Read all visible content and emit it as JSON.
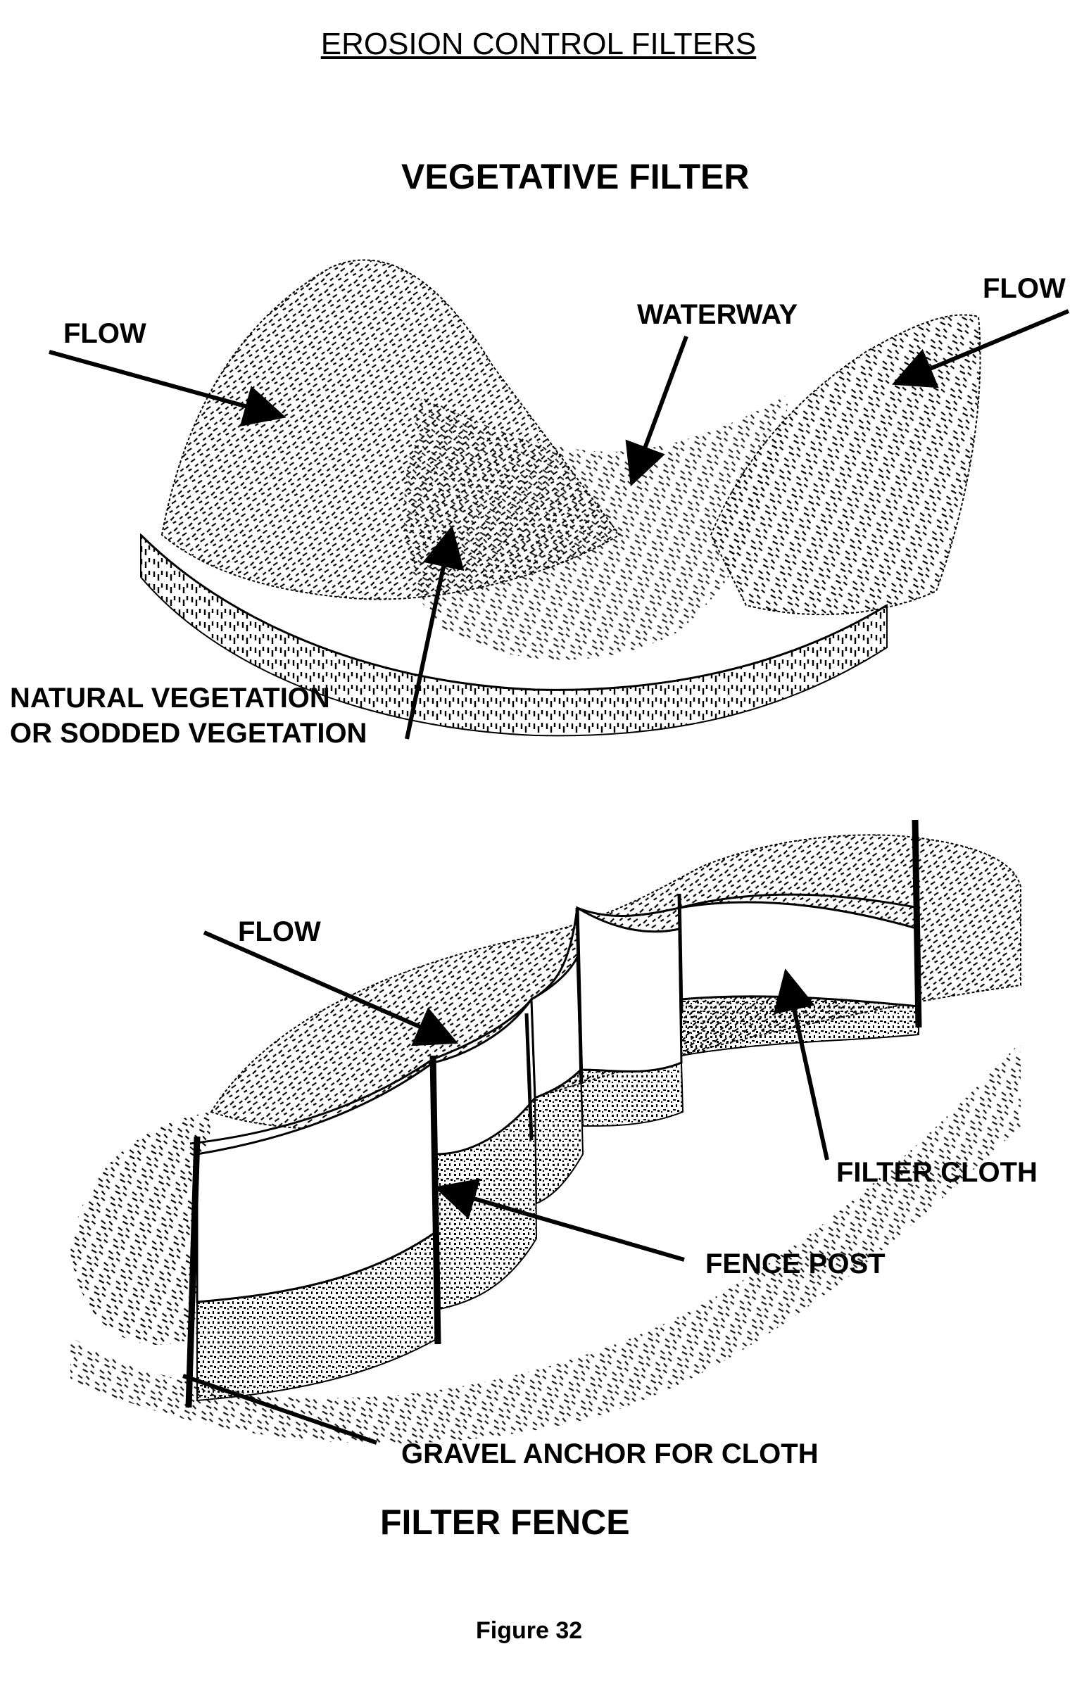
{
  "document": {
    "title": "EROSION CONTROL FILTERS",
    "figure_caption": "Figure 32"
  },
  "vegetative_filter": {
    "heading": "VEGETATIVE FILTER",
    "labels": {
      "flow_left": "FLOW",
      "flow_right": "FLOW",
      "waterway": "WATERWAY",
      "vegetation_line1": "NATURAL VEGETATION",
      "vegetation_line2": "OR SODDED VEGETATION"
    }
  },
  "filter_fence": {
    "heading": "FILTER FENCE",
    "labels": {
      "flow": "FLOW",
      "filter_cloth": "FILTER CLOTH",
      "fence_post": "FENCE POST",
      "gravel_anchor": "GRAVEL ANCHOR FOR CLOTH"
    }
  },
  "colors": {
    "ink": "#000000",
    "paper": "#ffffff"
  }
}
